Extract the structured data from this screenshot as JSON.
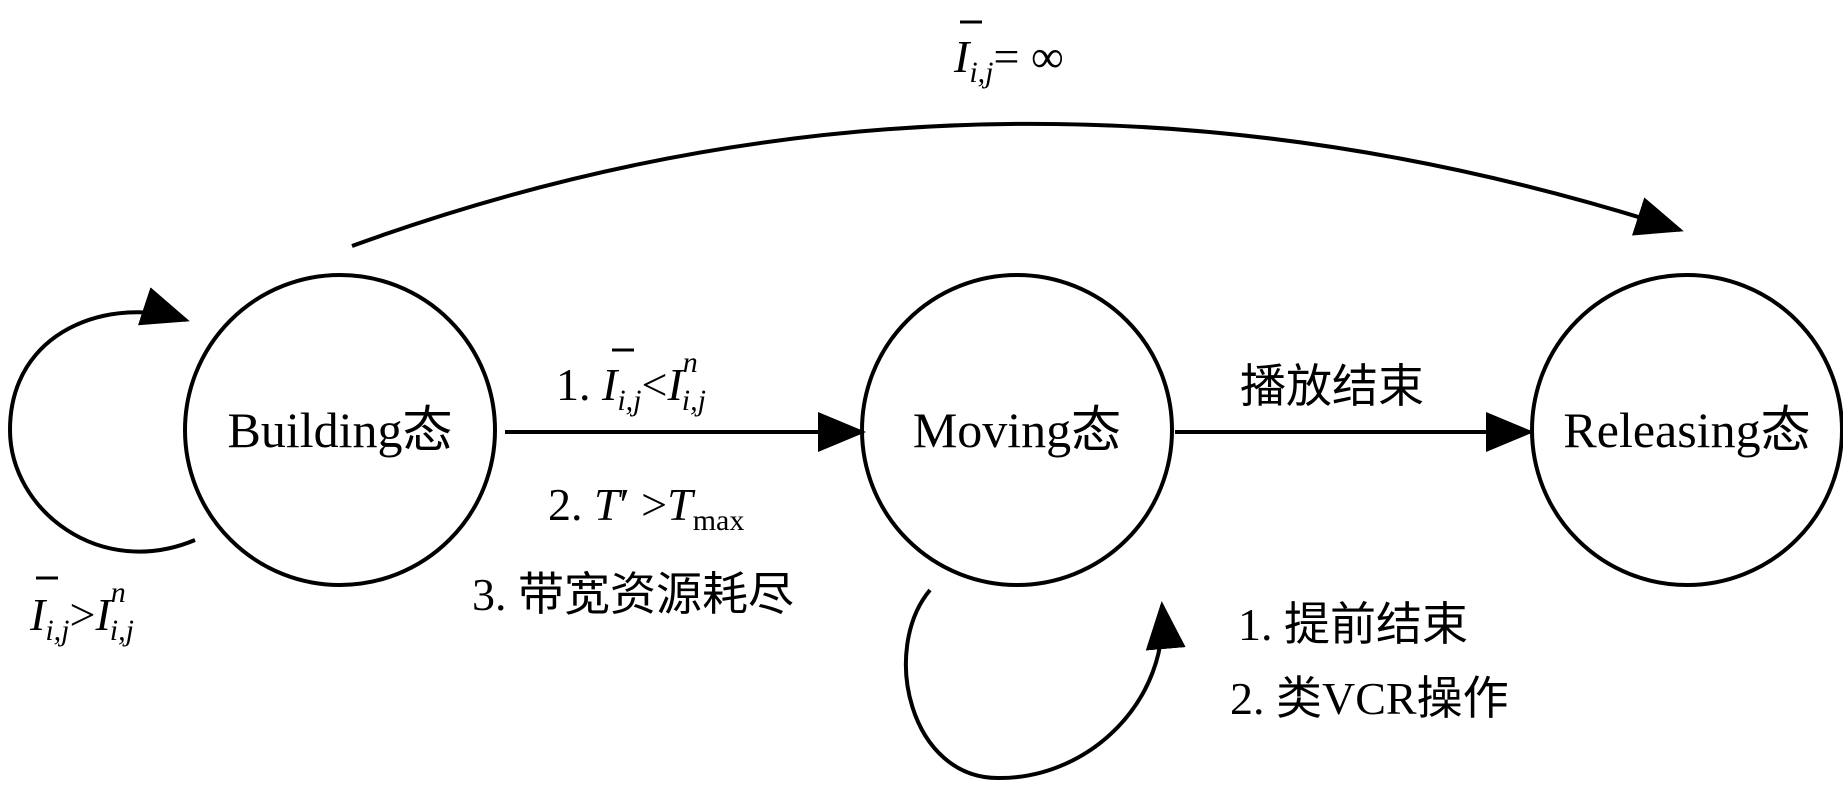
{
  "states": {
    "building": {
      "label": "Building态"
    },
    "moving": {
      "label": "Moving态"
    },
    "releasing": {
      "label": "Releasing态"
    }
  },
  "transitions": {
    "building_self": {
      "I": "I",
      "sub_ij": "i,j",
      "op": ">",
      "I2": "I",
      "sup_n": "n",
      "sub_ij2": "i,j"
    },
    "building_to_moving": {
      "c1_prefix": "1. ",
      "c1_I": "I",
      "c1_sub": "i,j",
      "c1_op": "<",
      "c1_I2": "I",
      "c1_sup": "n",
      "c1_sub2": "i,j",
      "c2_prefix": "2. ",
      "c2_T": "T",
      "c2_prime": "′",
      "c2_op": " >",
      "c2_T2": "T",
      "c2_sub": "max",
      "c3": "3. 带宽资源耗尽"
    },
    "building_to_releasing": {
      "I": "I",
      "sub_ij": "i,j",
      "rest": "= ∞"
    },
    "moving_to_releasing": {
      "label": "播放结束"
    },
    "moving_self": {
      "line1": "1. 提前结束",
      "line2": "2. 类VCR操作"
    }
  }
}
